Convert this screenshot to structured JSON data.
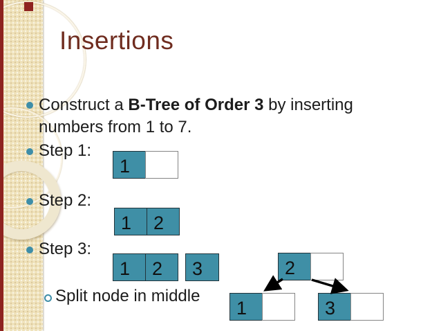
{
  "slide_title": "Insertions",
  "bullet1": {
    "pre": "Construct a ",
    "bold": "B-Tree of Order 3",
    "post": " by inserting",
    "line2": "numbers from 1 to 7."
  },
  "steps": {
    "step1": "Step 1:",
    "step2": "Step 2:",
    "step3": "Step 3:"
  },
  "sub_bullet": "Split node in middle",
  "nodes": {
    "step1": [
      "1",
      ""
    ],
    "step2": [
      "1",
      "2"
    ],
    "step3_main": [
      "1",
      "2"
    ],
    "step3_extra": [
      "3"
    ],
    "tree_root": [
      "2",
      ""
    ],
    "tree_left": [
      "1",
      ""
    ],
    "tree_right": [
      "3",
      ""
    ]
  },
  "colors": {
    "node_teal": "#3f8fa6",
    "title_maroon": "#6f2c1f",
    "band_cream": "#efe2bb",
    "red_accent": "#8e2320",
    "bullet_teal": "#3e8ea8"
  }
}
